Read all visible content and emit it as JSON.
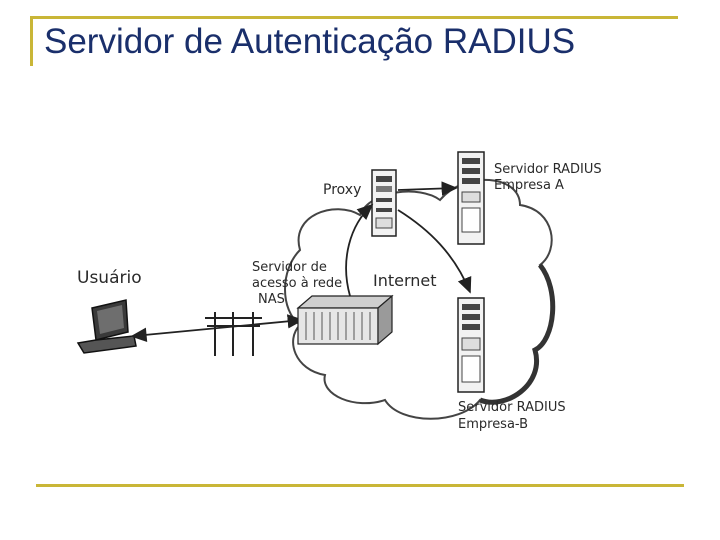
{
  "slide": {
    "title": "Servidor de Autenticação RADIUS",
    "accent_color": "#c9b637",
    "title_color": "#1a2f6b"
  },
  "diagram": {
    "user_label": "Usuário",
    "proxy_label": "Proxy",
    "nas_label_line1": "Servidor de",
    "nas_label_line2": "acesso à rede",
    "nas_label_line3": "NAS",
    "internet_label": "Internet",
    "server_a_line1": "Servidor RADIUS",
    "server_a_line2": "Empresa A",
    "server_b_line1": "Servidor RADIUS",
    "server_b_line2": "Empresa-B"
  }
}
